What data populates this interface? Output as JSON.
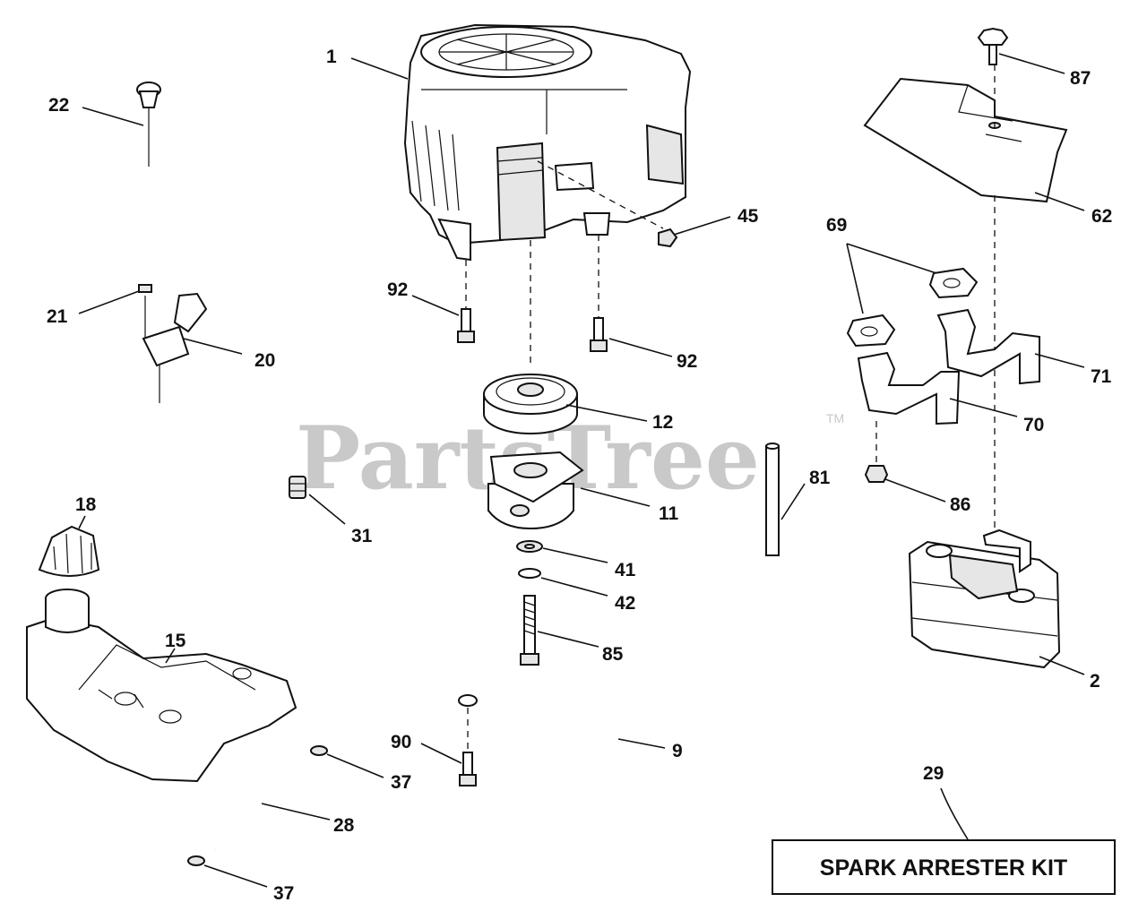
{
  "watermark": {
    "text": "PartsTree",
    "trademark": "TM"
  },
  "kit_label": "SPARK ARRESTER KIT",
  "callouts": {
    "c1": "1",
    "c2": "2",
    "c9": "9",
    "c11": "11",
    "c12": "12",
    "c15": "15",
    "c18": "18",
    "c20": "20",
    "c21": "21",
    "c22": "22",
    "c28": "28",
    "c29": "29",
    "c31": "31",
    "c37a": "37",
    "c37b": "37",
    "c41": "41",
    "c42": "42",
    "c45": "45",
    "c62": "62",
    "c69": "69",
    "c70": "70",
    "c71": "71",
    "c81": "81",
    "c85": "85",
    "c86": "86",
    "c87": "87",
    "c90": "90",
    "c92a": "92",
    "c92b": "92"
  }
}
